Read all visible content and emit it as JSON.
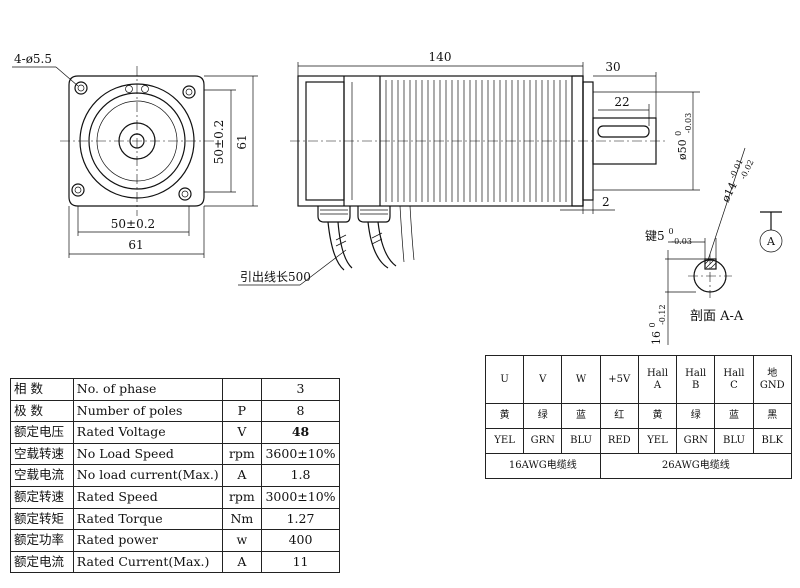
{
  "drawing": {
    "front": {
      "hole_note": "4-ø5.5",
      "pilot_height": "50±0.2",
      "flange_height": "61",
      "pilot_width": "50±0.2",
      "flange_width": "61"
    },
    "side": {
      "body_length": "140",
      "shaft_length": "30",
      "key_length": "22",
      "shaft_diameter": "ø50",
      "shaft_diameter_tol_upper": "0",
      "shaft_diameter_tol_lower": "-0.03",
      "flange_thickness": "2",
      "lead_length": "引出线长500"
    },
    "section": {
      "shaft_diameter": "ø14",
      "shaft_diameter_tol_upper": "-0.01",
      "shaft_diameter_tol_lower": "-0.02",
      "key_label": "键5",
      "key_tol_upper": "0",
      "key_tol_lower": "-0.03",
      "depth_label": "16",
      "depth_tol_upper": "0",
      "depth_tol_lower": "-0.12",
      "section_title": "剖面 A-A",
      "section_mark": "A"
    }
  },
  "specs": [
    {
      "cn": "相 数",
      "en": "No. of phase",
      "unit": "",
      "value": "3"
    },
    {
      "cn": "极 数",
      "en": "Number of poles",
      "unit": "P",
      "value": "8"
    },
    {
      "cn": "额定电压",
      "en": "Rated Voltage",
      "unit": "V",
      "value": "48"
    },
    {
      "cn": "空载转速",
      "en": "No Load Speed",
      "unit": "rpm",
      "value": "3600±10%"
    },
    {
      "cn": "空载电流",
      "en": "No load current(Max.)",
      "unit": "A",
      "value": "1.8"
    },
    {
      "cn": "额定转速",
      "en": "Rated Speed",
      "unit": "rpm",
      "value": "3000±10%"
    },
    {
      "cn": "额定转矩",
      "en": "Rated Torque",
      "unit": "Nm",
      "value": "1.27"
    },
    {
      "cn": "额定功率",
      "en": "Rated power",
      "unit": "w",
      "value": "400"
    },
    {
      "cn": "额定电流",
      "en": "Rated Current(Max.)",
      "unit": "A",
      "value": "11"
    }
  ],
  "wiring": {
    "headers": [
      "U",
      "V",
      "W",
      "+5V",
      "Hall A",
      "Hall B",
      "Hall C",
      "地 GND"
    ],
    "colors_cn": [
      "黄",
      "绿",
      "蓝",
      "红",
      "黄",
      "绿",
      "蓝",
      "黑"
    ],
    "colors_en": [
      "YEL",
      "GRN",
      "BLU",
      "RED",
      "YEL",
      "GRN",
      "BLU",
      "BLK"
    ],
    "cable_16awg": "16AWG电缆线",
    "cable_26awg": "26AWG电缆线"
  }
}
